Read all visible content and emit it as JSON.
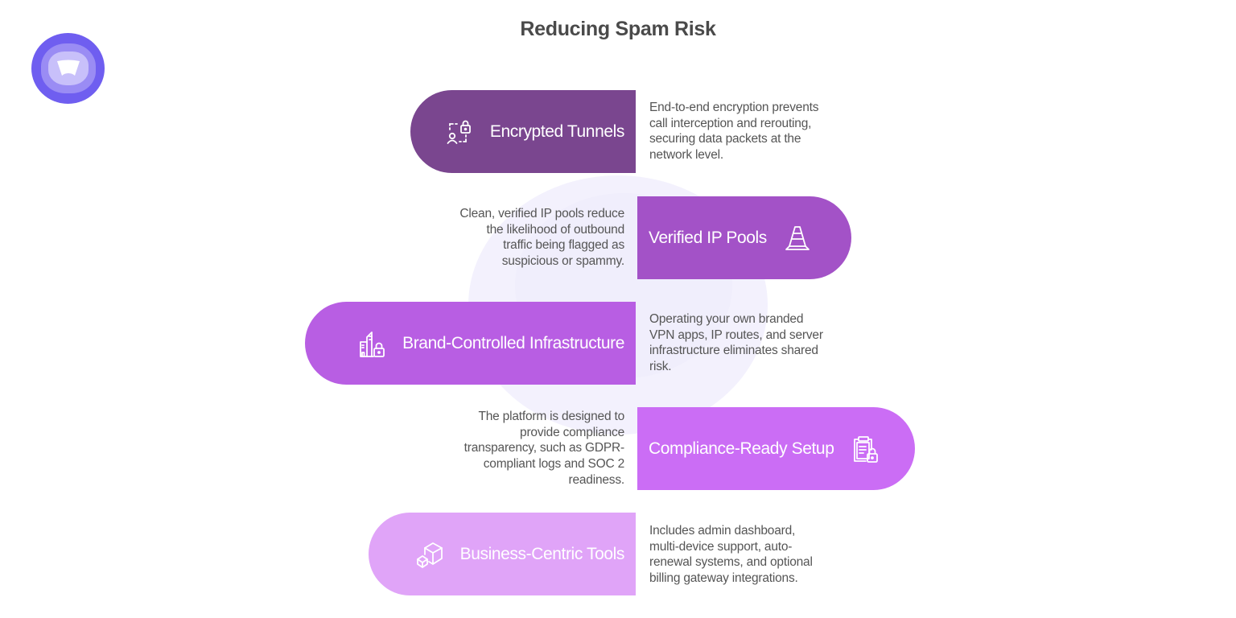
{
  "logo": {
    "icon": "brand-logo-icon",
    "color": "#6f5ef0"
  },
  "title": "Reducing Spam Risk",
  "colors": {
    "title": "#4a4a4a",
    "text": "#555555",
    "background_circle": "#f3f1fd"
  },
  "items": [
    {
      "label": "Encrypted Tunnels",
      "icon": "user-lock-icon",
      "color": "#7a468f",
      "side": "left",
      "description_lines": [
        "End-to-end encryption prevents",
        "call interception and rerouting,",
        "securing data packets at the",
        "network level."
      ]
    },
    {
      "label": "Verified IP Pools",
      "icon": "traffic-cone-icon",
      "color": "#a352c7",
      "side": "right",
      "description_lines": [
        "Clean, verified IP pools reduce",
        "the likelihood of outbound",
        "traffic being flagged as",
        "suspicious or spammy."
      ]
    },
    {
      "label": "Brand-Controlled Infrastructure",
      "icon": "building-lock-icon",
      "color": "#b85ee3",
      "side": "left",
      "description_lines": [
        "Operating your own branded",
        "VPN apps, IP routes, and server",
        "infrastructure eliminates shared",
        "risk."
      ]
    },
    {
      "label": "Compliance-Ready Setup",
      "icon": "clipboard-lock-icon",
      "color": "#cb6df5",
      "side": "right",
      "description_lines": [
        "The platform is designed to",
        "provide compliance",
        "transparency, such as GDPR-",
        "compliant logs and SOC 2",
        "readiness."
      ]
    },
    {
      "label": "Business-Centric Tools",
      "icon": "boxes-icon",
      "color": "#e0a4f8",
      "side": "left",
      "description_lines": [
        "Includes admin dashboard,",
        "multi-device support, auto-",
        "renewal systems, and optional",
        "billing gateway integrations."
      ]
    }
  ]
}
